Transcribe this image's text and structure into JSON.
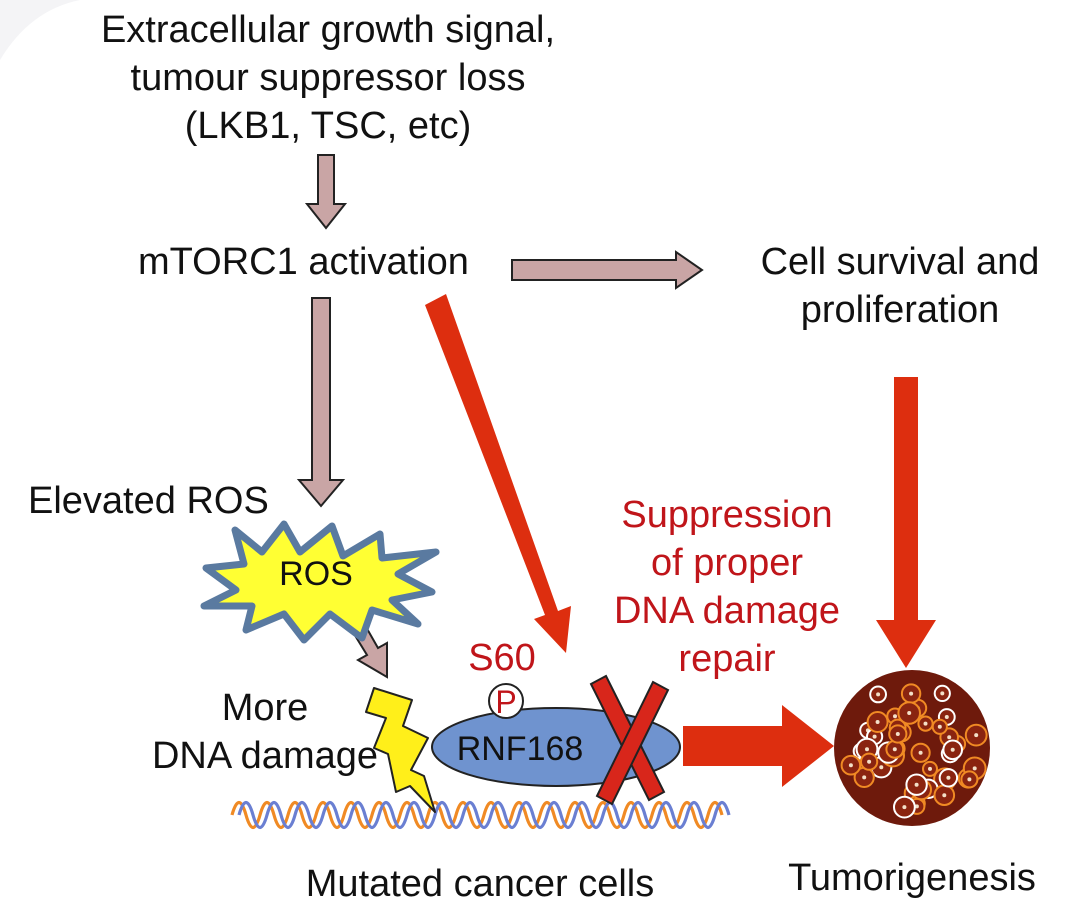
{
  "labels": {
    "top_signal": [
      "Extracellular growth signal,",
      "tumour suppressor loss",
      "(LKB1, TSC, etc)"
    ],
    "mtorc1": "mTORC1 activation",
    "survival": [
      "Cell survival and",
      "proliferation"
    ],
    "elevated_ros": "Elevated ROS",
    "ros_burst": "ROS",
    "more_damage": [
      "More",
      "DNA damage"
    ],
    "phospho_site": "S60",
    "phospho": "P",
    "rnf168": "RNF168",
    "suppression": [
      "Suppression",
      "of proper",
      "DNA damage",
      "repair"
    ],
    "mutated_cells": "Mutated cancer cells",
    "tumorigenesis": "Tumorigenesis"
  },
  "colors": {
    "pink_arrow_fill": "#c9a5a5",
    "pink_arrow_stroke": "#222222",
    "red_arrow": "#dd2e0f",
    "red_text": "#c0151a",
    "ros_burst_fill": "#ffff33",
    "ros_burst_stroke": "#5a7aa0",
    "lightning_fill": "#ffef1a",
    "rnf168_fill": "#6f93cf",
    "cross": "#d8261b",
    "dna_orange": "#f08a24",
    "dna_blue": "#6a7fd2",
    "tumor_dark": "#6e1a0c",
    "tumor_orange": "#f08a24"
  }
}
